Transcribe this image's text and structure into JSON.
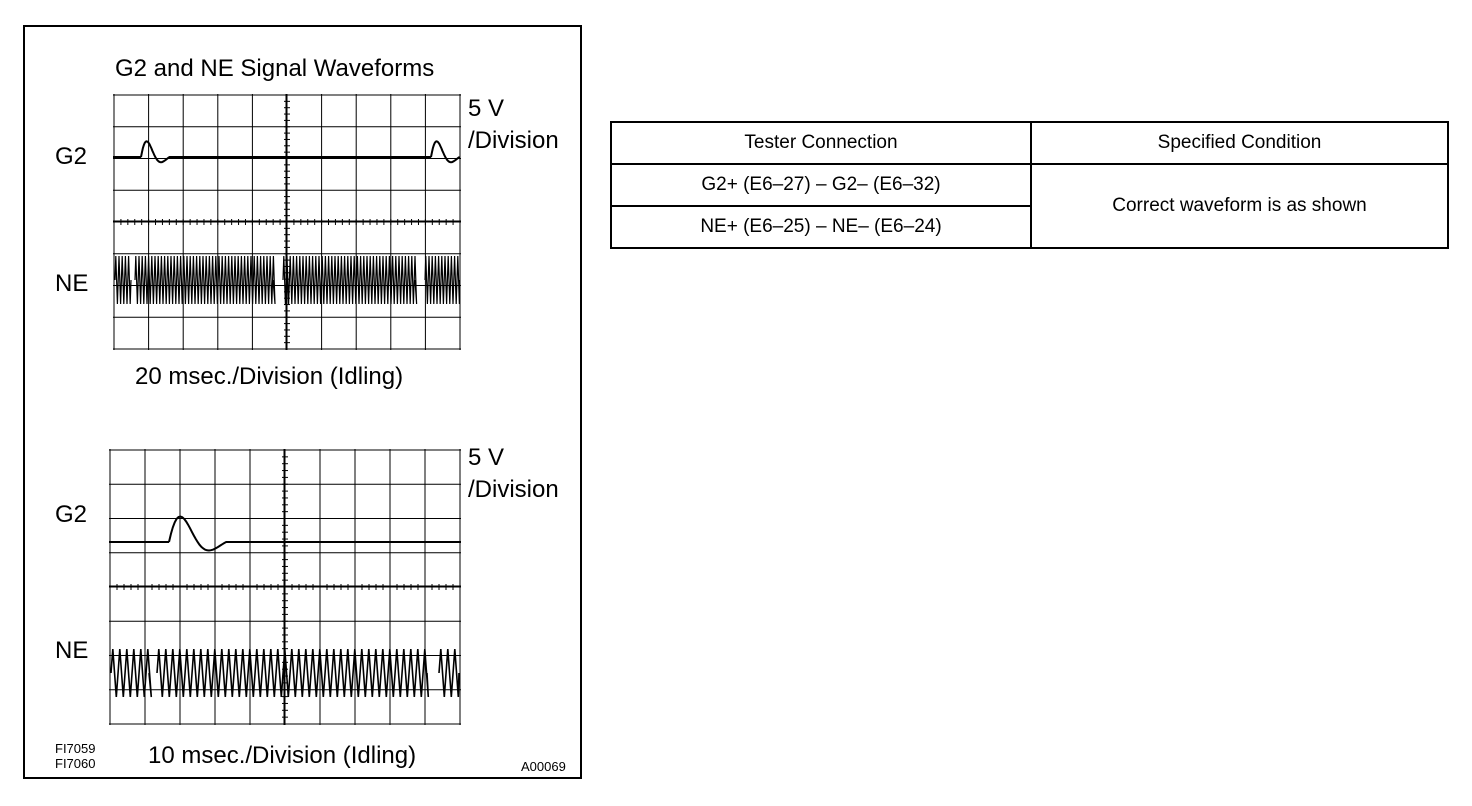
{
  "figure": {
    "title": "G2 and NE Signal Waveforms",
    "scope_top": {
      "channels": [
        "G2",
        "NE"
      ],
      "volts_line1": "5 V",
      "volts_line2": "/Division",
      "timebase": "20 msec./Division (Idling)"
    },
    "scope_bottom": {
      "channels": [
        "G2",
        "NE"
      ],
      "volts_line1": "5 V",
      "volts_line2": "/Division",
      "timebase": "10 msec./Division (Idling)"
    },
    "codes": [
      "FI7059",
      "FI7060"
    ],
    "figure_id": "A00069"
  },
  "table": {
    "headers": [
      "Tester Connection",
      "Specified Condition"
    ],
    "rows": [
      "G2+ (E6–27) – G2– (E6–32)",
      "NE+ (E6–25) – NE– (E6–24)"
    ],
    "condition": "Correct waveform is as shown"
  }
}
